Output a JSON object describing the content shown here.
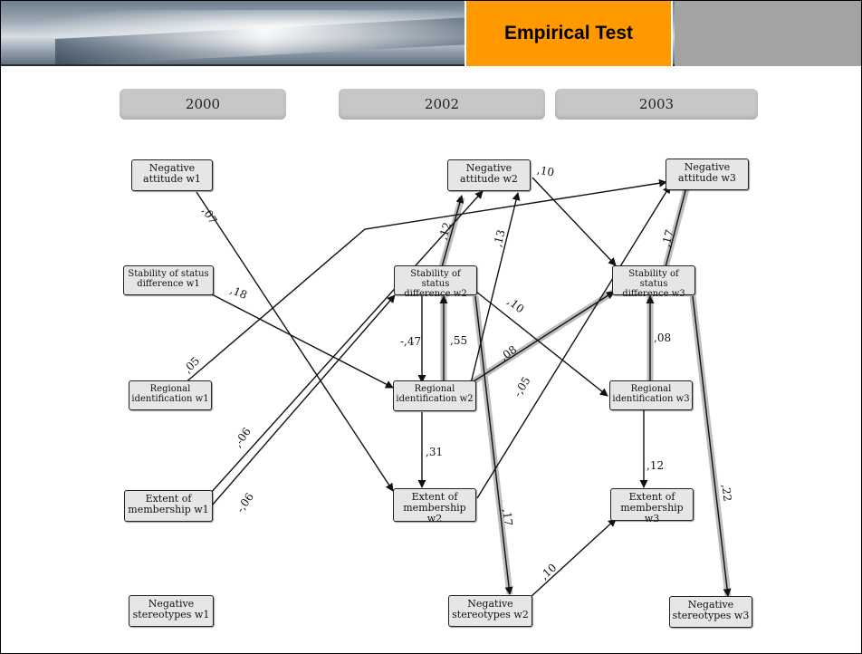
{
  "header": {
    "title": "Empirical Test"
  },
  "years": [
    "2000",
    "2002",
    "2003"
  ],
  "nodes": {
    "neg_att_w1": [
      "Negative",
      "attitude w1"
    ],
    "stab_w1": [
      "Stability of status",
      "difference w1"
    ],
    "reg_w1": [
      "Regional",
      "identification w1"
    ],
    "ext_w1": [
      "Extent of",
      "membership w1"
    ],
    "neg_ster_w1": [
      "Negative",
      "stereotypes w1"
    ],
    "neg_att_w2": [
      "Negative",
      "attitude w2"
    ],
    "stab_w2": [
      "Stability of status",
      "difference w2"
    ],
    "reg_w2": [
      "Regional",
      "identification w2"
    ],
    "ext_w2": [
      "Extent of",
      "membership w2"
    ],
    "neg_ster_w2": [
      "Negative",
      "stereotypes w2"
    ],
    "neg_att_w3": [
      "Negative",
      "attitude w3"
    ],
    "stab_w3": [
      "Stability of status",
      "difference w3"
    ],
    "reg_w3": [
      "Regional",
      "identification w3"
    ],
    "ext_w3": [
      "Extent of",
      "membership w3"
    ],
    "neg_ster_w3": [
      "Negative",
      "stereotypes w3"
    ]
  },
  "coefficients": {
    "c07": ",07",
    "c18": ",18",
    "c05a": ",05",
    "c06a": ",-06",
    "c06b": "-,06",
    "c12a": ",12",
    "c13": ",13",
    "c10a": ",10",
    "c10b": ",10",
    "c47": "-,47",
    "c55": ",55",
    "c08a": ",08",
    "c05b": "-,05",
    "c31": ",31",
    "c17a": ",17",
    "c10c": ",10",
    "c17b": ",17",
    "c08b": ",08",
    "c12b": ",12",
    "c22": ",22"
  }
}
